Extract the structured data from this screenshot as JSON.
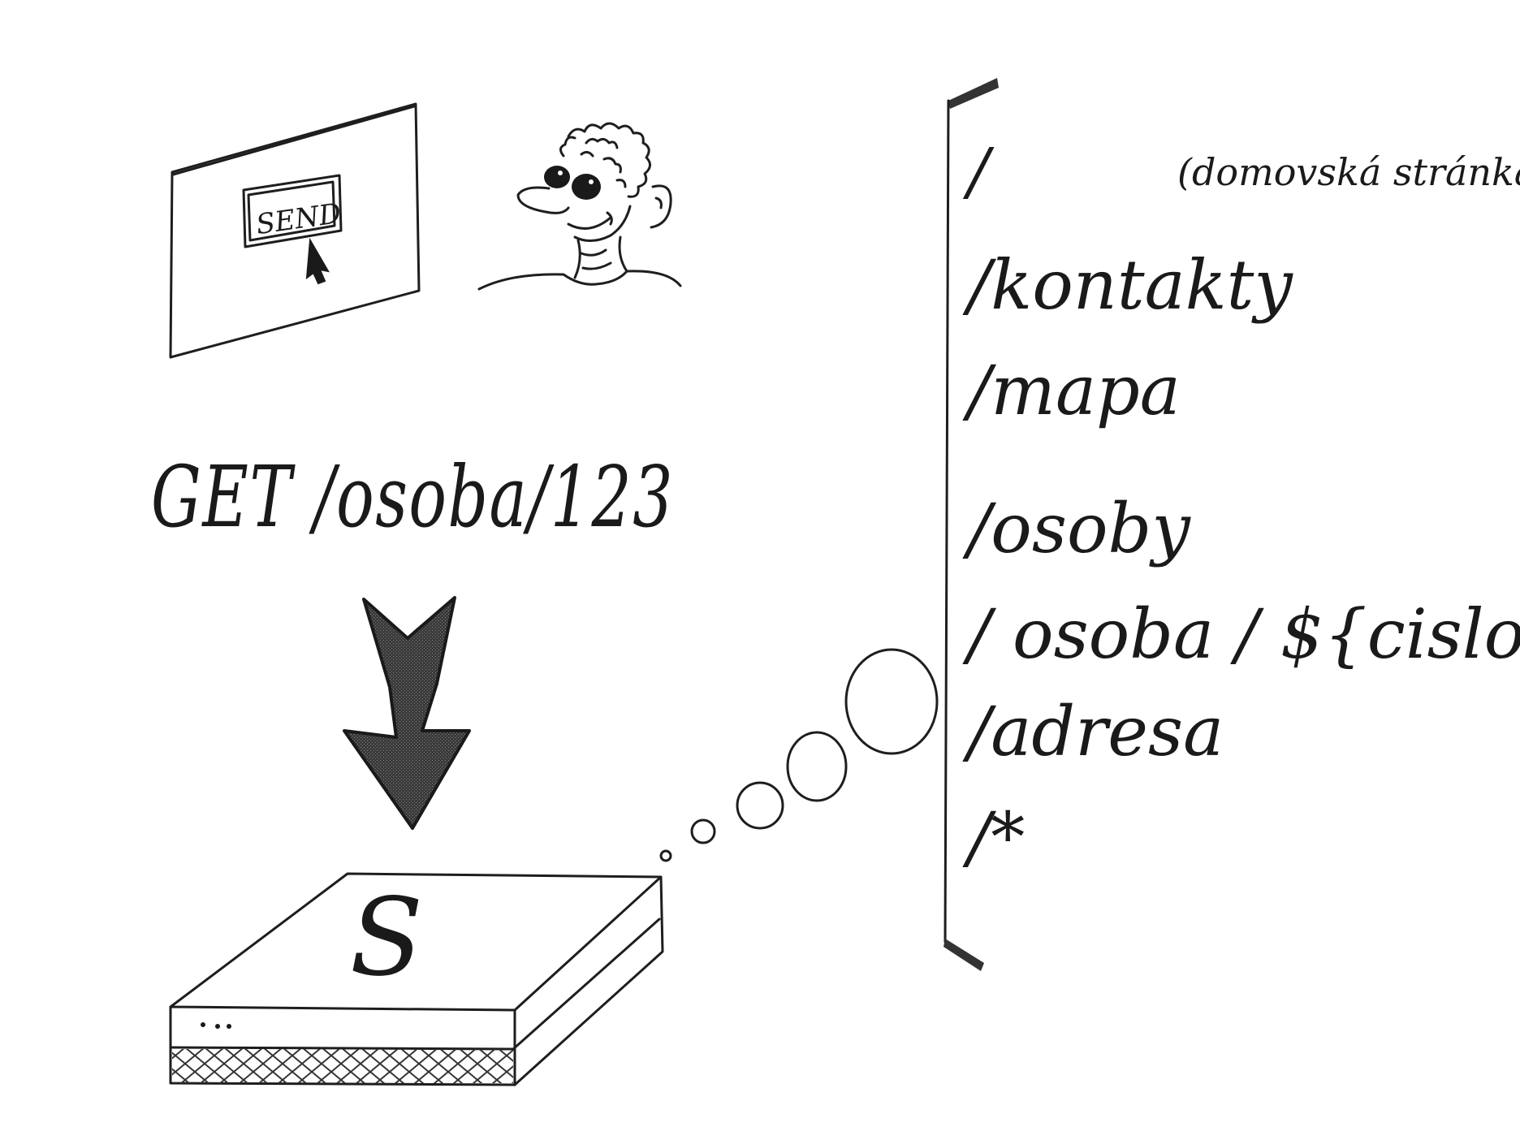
{
  "client": {
    "button_label": "SEND"
  },
  "request": {
    "text": "GET /osoba/123"
  },
  "server": {
    "letter": "S"
  },
  "routes": [
    "/",
    "/kontakty",
    "/mapa",
    "/osoby",
    "/ osoba / ${cislo}",
    "/adresa",
    "/*"
  ],
  "home_note": "(domovská stránka)"
}
